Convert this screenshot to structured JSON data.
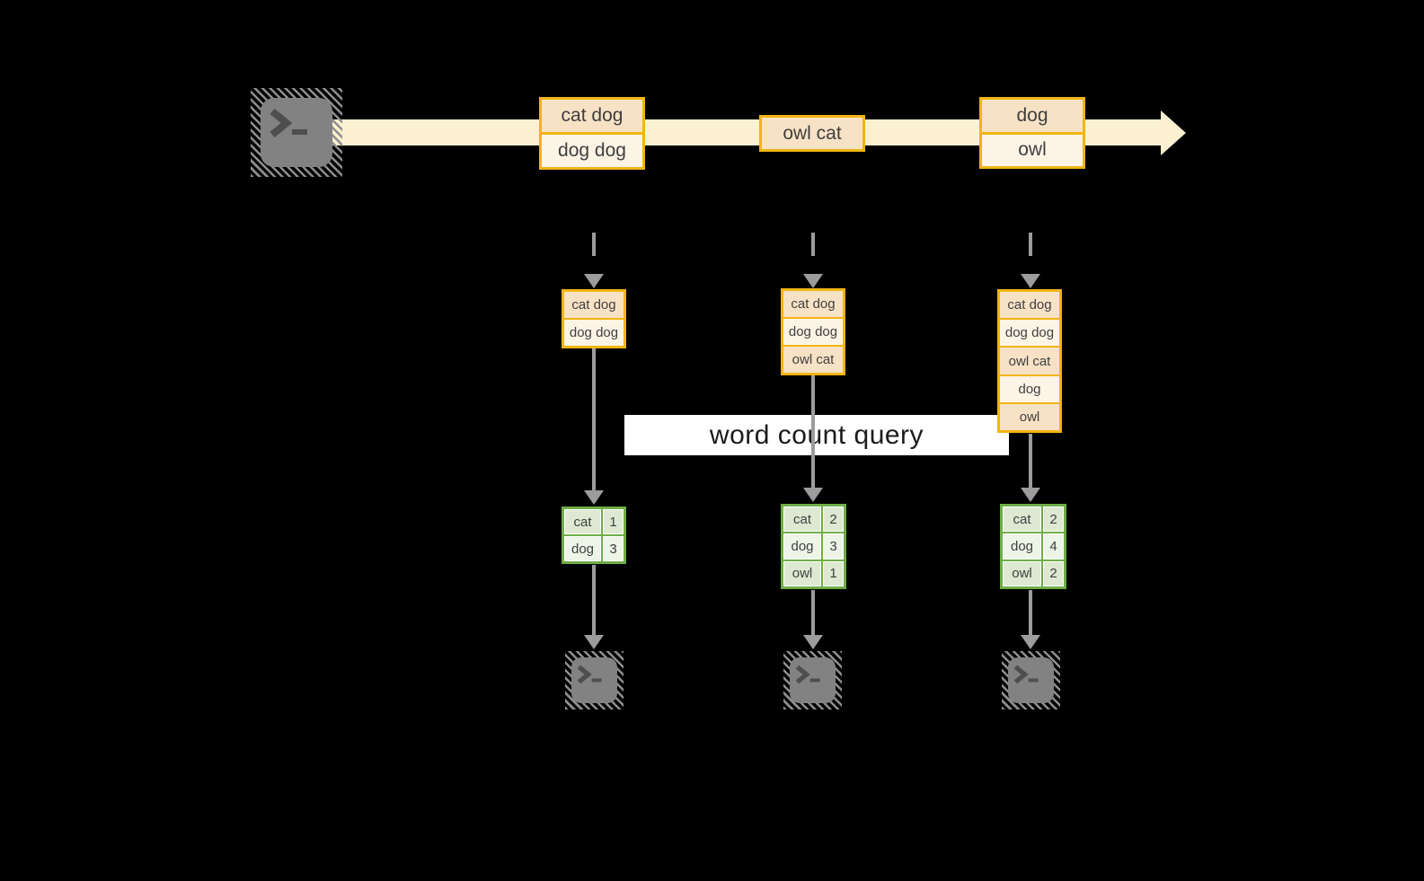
{
  "colors": {
    "background": "#000000",
    "stream_band": "#fbf0cf",
    "event_box_border": "#f1b512",
    "event_cell_dark": "#f8e2c6",
    "event_cell_light": "#fdf4e6",
    "result_table_border": "#6fae47",
    "result_row_dark": "#dde9d2",
    "result_row_light": "#edf4e8",
    "arrow": "#9c9c9c",
    "query_box": "#ffffff",
    "text": "#3f3f3f"
  },
  "icons": {
    "source": "terminal-icon",
    "sinks": [
      "terminal-icon",
      "terminal-icon",
      "terminal-icon"
    ]
  },
  "stream": {
    "events": [
      {
        "lines": [
          "cat dog",
          "dog dog"
        ]
      },
      {
        "lines": [
          "owl cat"
        ]
      },
      {
        "lines": [
          "dog",
          "owl"
        ]
      }
    ]
  },
  "query_label": "word count query",
  "columns": [
    {
      "state": [
        "cat dog",
        "dog dog"
      ],
      "result": [
        {
          "word": "cat",
          "count": "1"
        },
        {
          "word": "dog",
          "count": "3"
        }
      ]
    },
    {
      "state": [
        "cat dog",
        "dog dog",
        "owl cat"
      ],
      "result": [
        {
          "word": "cat",
          "count": "2"
        },
        {
          "word": "dog",
          "count": "3"
        },
        {
          "word": "owl",
          "count": "1"
        }
      ]
    },
    {
      "state": [
        "cat dog",
        "dog dog",
        "owl cat",
        "dog",
        "owl"
      ],
      "result": [
        {
          "word": "cat",
          "count": "2"
        },
        {
          "word": "dog",
          "count": "4"
        },
        {
          "word": "owl",
          "count": "2"
        }
      ]
    }
  ]
}
